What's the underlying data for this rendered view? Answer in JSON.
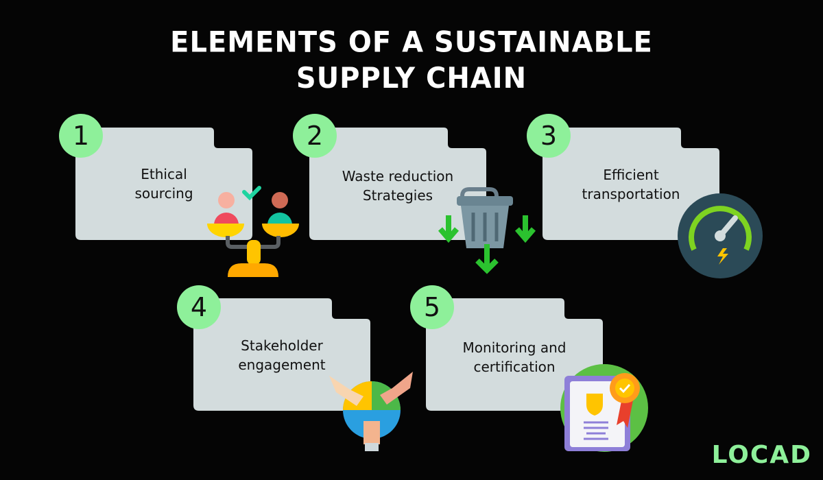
{
  "title_line1": "ELEMENTS OF A SUSTAINABLE",
  "title_line2": "SUPPLY CHAIN",
  "accent_color": "#8ef09a",
  "card_color": "#d3dcdd",
  "elements": [
    {
      "number": "1",
      "line1": "Ethical",
      "line2": "sourcing",
      "icon": "balance-scale-people-icon"
    },
    {
      "number": "2",
      "line1": "Waste reduction",
      "line2": "Strategies",
      "icon": "trash-can-arrows-icon"
    },
    {
      "number": "3",
      "line1": "Efficient",
      "line2": "transportation",
      "icon": "speedometer-icon"
    },
    {
      "number": "4",
      "line1": "Stakeholder",
      "line2": "engagement",
      "icon": "handshake-globe-icon"
    },
    {
      "number": "5",
      "line1": "Monitoring and",
      "line2": "certification",
      "icon": "certificate-badge-icon"
    }
  ],
  "logo": "LOCAD"
}
